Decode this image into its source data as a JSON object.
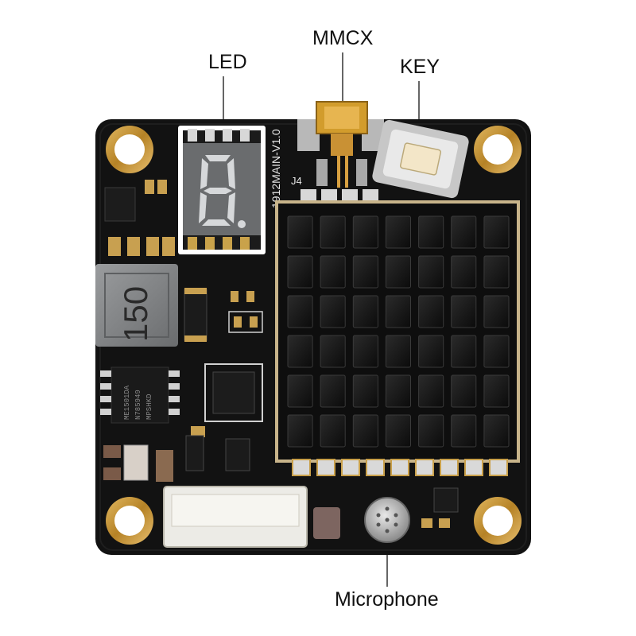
{
  "callouts": {
    "led": "LED",
    "mmcx": "MMCX",
    "key": "KEY",
    "microphone": "Microphone"
  },
  "board": {
    "version_silk": "1912MAIN-V1.0",
    "connector_silk": "J4",
    "inductor_marking": "150",
    "seven_segment_digit": "8",
    "chip_marking_1": "ME1501DA",
    "chip_marking_2": "N785949",
    "chip_marking_3": "MPSHKD"
  },
  "colors": {
    "pcb": "#121212",
    "gold": "#c99a3a",
    "heatsink": "#1a1a1a",
    "inductor": "#7f8183",
    "led_display": "#6a6c6e",
    "label_text": "#111111"
  }
}
